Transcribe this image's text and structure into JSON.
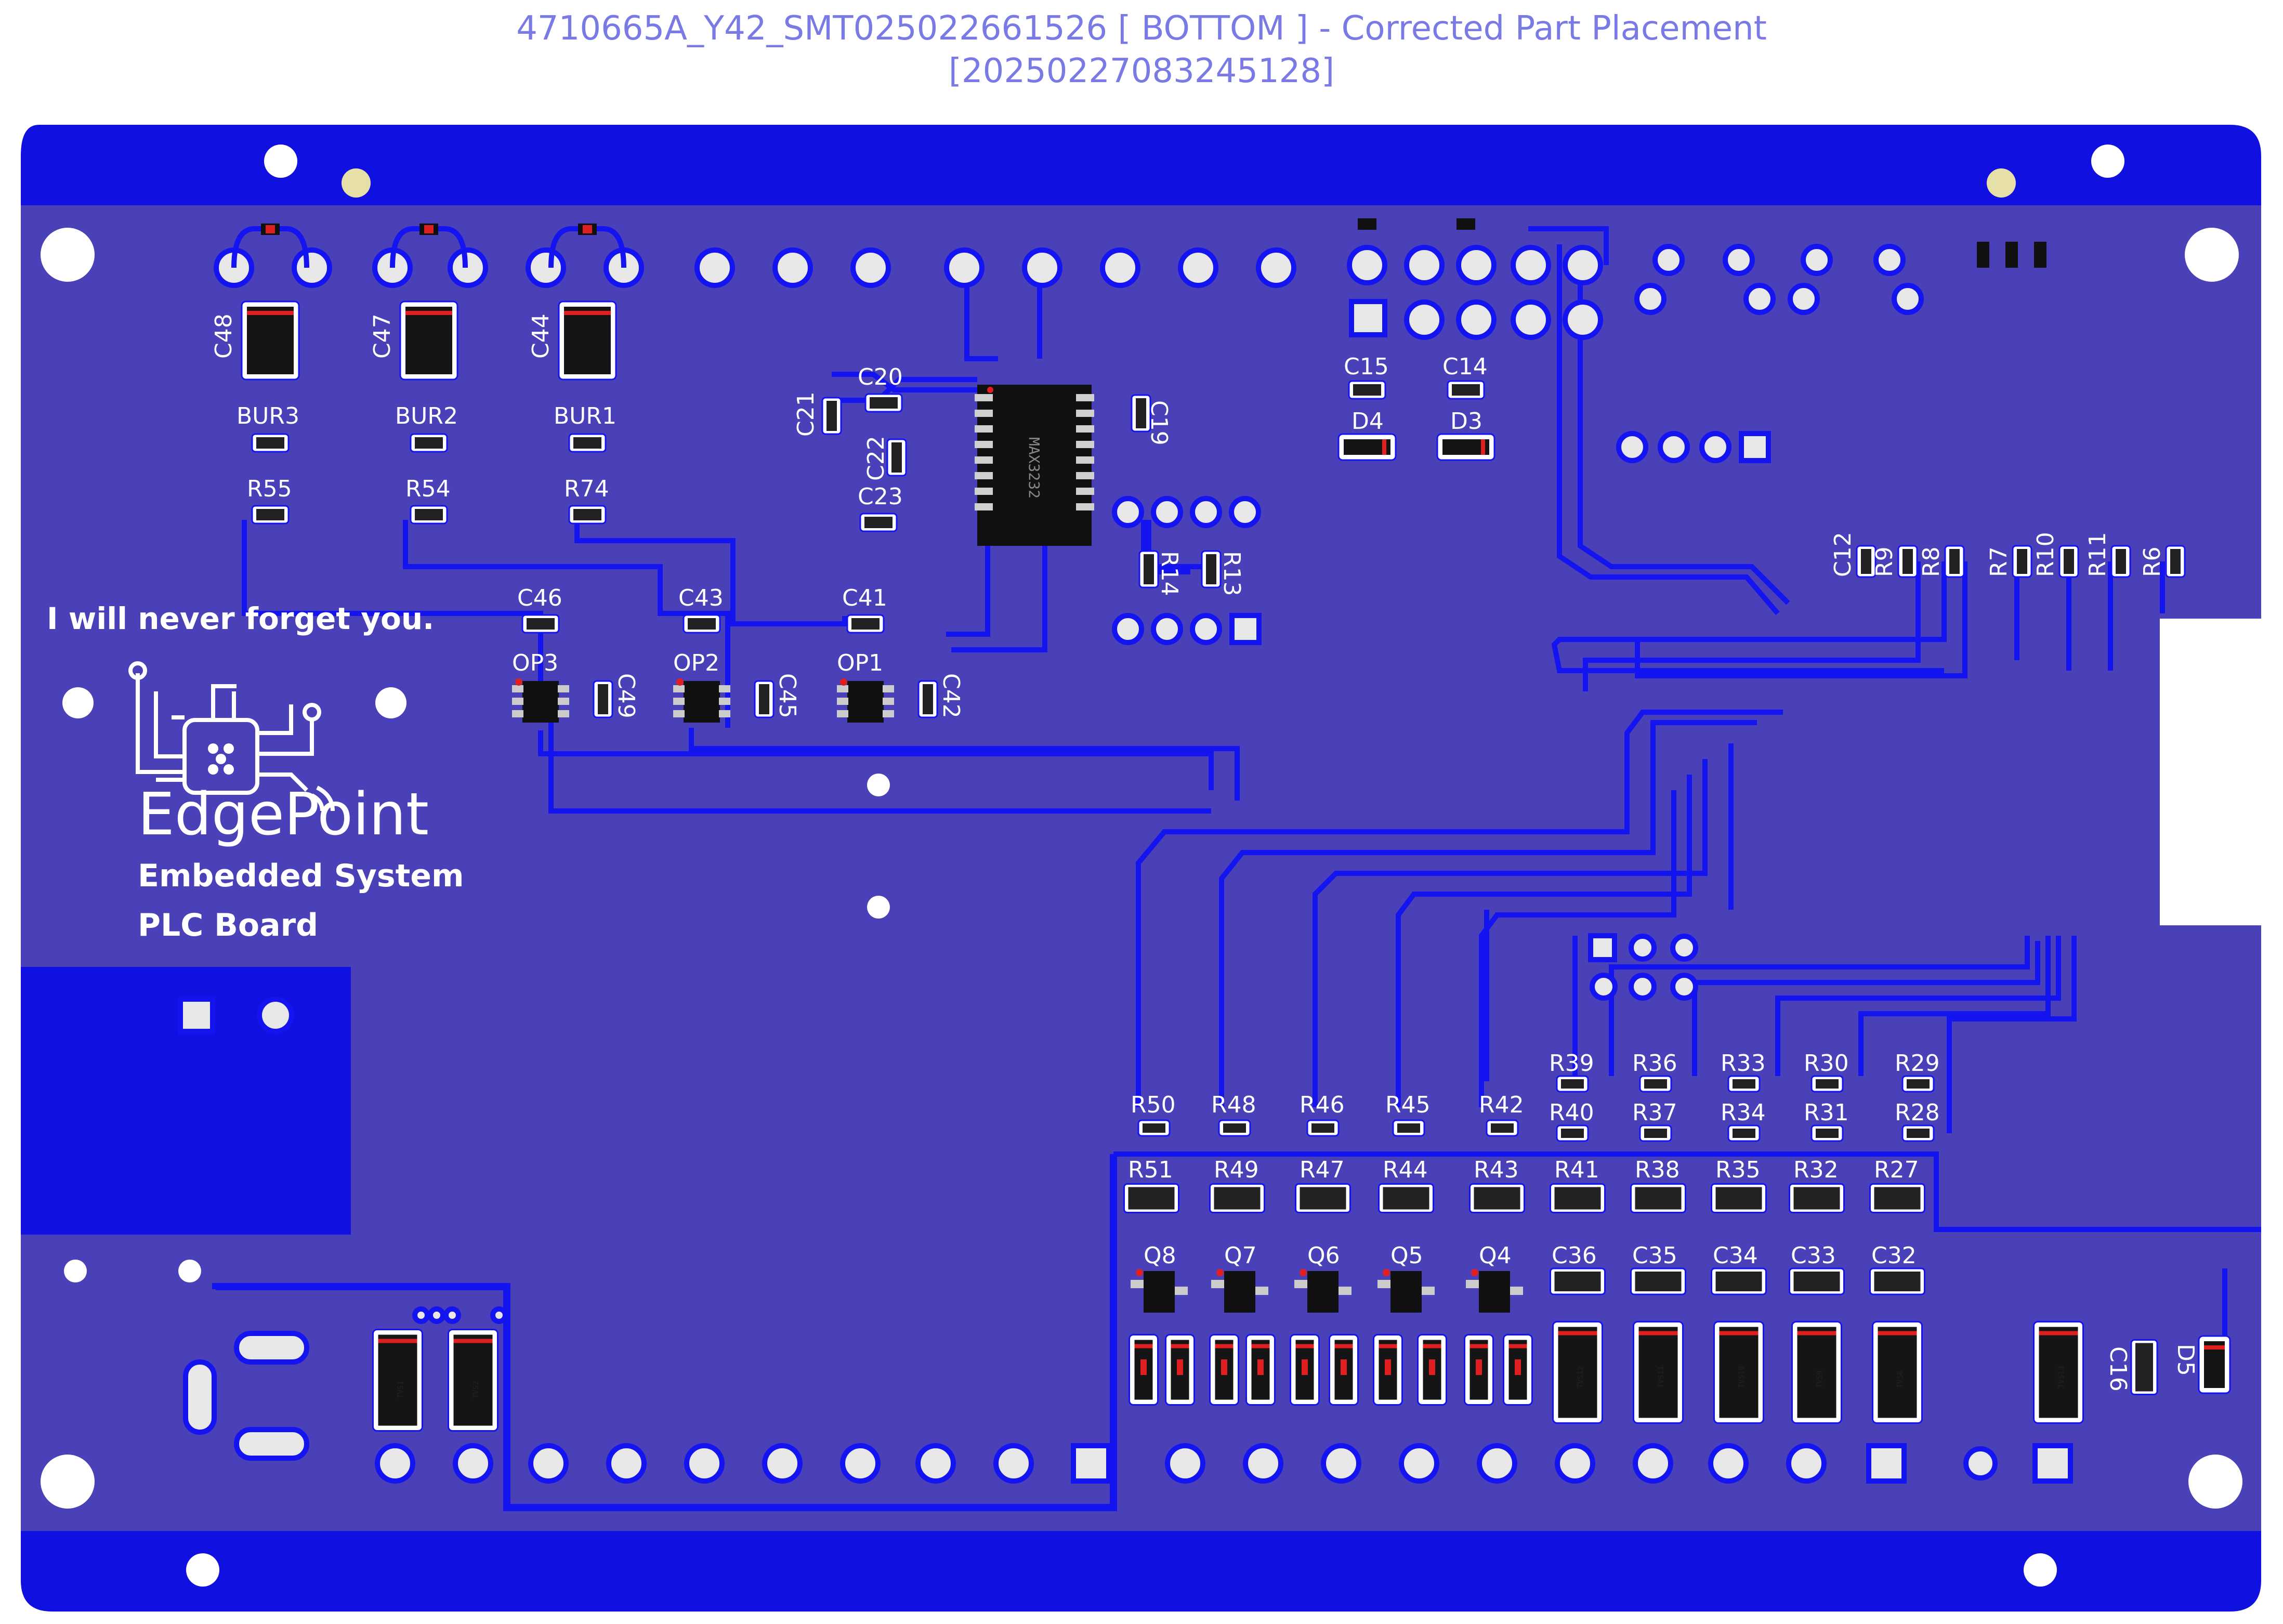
{
  "header": {
    "title_line1": "4710665A_Y42_SMT025022661526 [ BOTTOM ] - Corrected Part Placement",
    "title_line2": "[20250227083245128]"
  },
  "board": {
    "motto": "I will never forget you.",
    "logo_text": "EdgePoint",
    "subtitle1": "Embedded System",
    "subtitle2": "PLC Board",
    "colors": {
      "outer": "#1010e0",
      "fill": "#4a40b8",
      "trace": "#1414f0",
      "silk": "#ffffff",
      "pad": "#d0d0d0",
      "mark": "#e02020"
    }
  },
  "components": {
    "bur": [
      {
        "cap": "C48",
        "bur": "BUR3",
        "res": "R55"
      },
      {
        "cap": "C47",
        "bur": "BUR2",
        "res": "R54"
      },
      {
        "cap": "C44",
        "bur": "BUR1",
        "res": "R74"
      }
    ],
    "ic_label": "MAX3232",
    "ic_caps": [
      "C20",
      "C21",
      "C22",
      "C23",
      "C19"
    ],
    "opamps": [
      {
        "name": "OP3",
        "cap": "C46",
        "cap2": "C49"
      },
      {
        "name": "OP2",
        "cap": "C43",
        "cap2": "C45"
      },
      {
        "name": "OP1",
        "cap": "C41",
        "cap2": "C42"
      }
    ],
    "mid_res": [
      "R14",
      "R13"
    ],
    "diodes_top": [
      {
        "cap": "C15",
        "diode": "D4"
      },
      {
        "cap": "C14",
        "diode": "D3"
      }
    ],
    "right_column": [
      "C12",
      "R9",
      "R8",
      "R7",
      "R10",
      "R11",
      "R6"
    ],
    "row_top_res": [
      "R39",
      "R36",
      "R33",
      "R30",
      "R29"
    ],
    "row_mid_res": [
      "R40",
      "R37",
      "R34",
      "R31",
      "R28"
    ],
    "row_left_res": [
      "R50",
      "R48",
      "R46",
      "R45",
      "R42"
    ],
    "row_bot_res": [
      "R51",
      "R49",
      "R47",
      "R44",
      "R43",
      "R41",
      "R38",
      "R35",
      "R32",
      "R27"
    ],
    "transistors": [
      "Q8",
      "Q7",
      "Q6",
      "Q5",
      "Q4"
    ],
    "caps_bottom": [
      "C36",
      "C35",
      "C34",
      "C33",
      "C32"
    ],
    "tvs_bottom": [
      "TVS12",
      "TVS11",
      "TVS10",
      "TVS9",
      "TVS8"
    ],
    "tvs_left": [
      "TVS1",
      "TVS2"
    ],
    "right_bottom": [
      "TVS13",
      "C16",
      "D5"
    ]
  }
}
